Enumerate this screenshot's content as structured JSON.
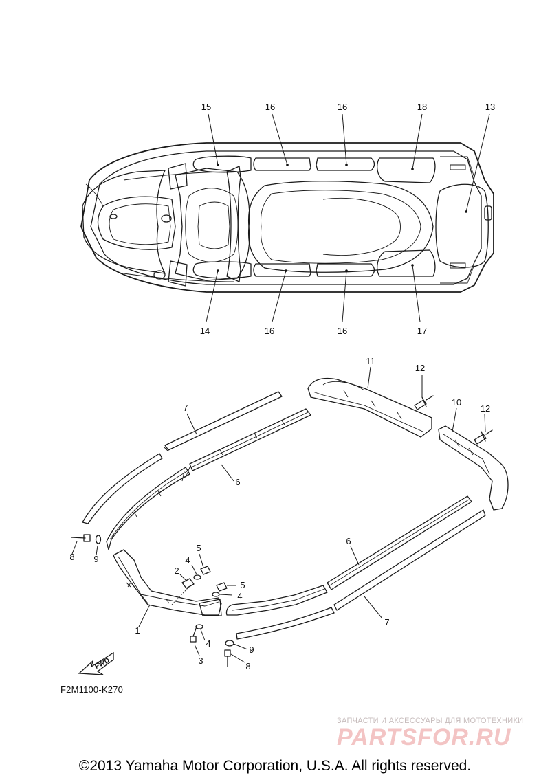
{
  "drawing_code": "F2M1100-K270",
  "fwd_label": "FWD",
  "copyright": "©2013 Yamaha Motor Corporation, U.S.A. All rights reserved.",
  "watermark": {
    "tagline": "ЗАПЧАСТИ И АКСЕССУАРЫ ДЛЯ МОТОТЕХНИКИ",
    "logo": "PARTSFOR.RU"
  },
  "callouts": {
    "c15": "15",
    "c16a": "16",
    "c16b": "16",
    "c18": "18",
    "c13": "13",
    "c14": "14",
    "c16c": "16",
    "c16d": "16",
    "c17": "17",
    "c11": "11",
    "c12a": "12",
    "c10": "10",
    "c12b": "12",
    "c7a": "7",
    "c6a": "6",
    "c8a": "8",
    "c9a": "9",
    "c5a": "5",
    "c4a": "4",
    "c2": "2",
    "c5b": "5",
    "c4b": "4",
    "c1": "1",
    "c4c": "4",
    "c3": "3",
    "c9b": "9",
    "c8b": "8",
    "c6b": "6",
    "c7b": "7"
  }
}
